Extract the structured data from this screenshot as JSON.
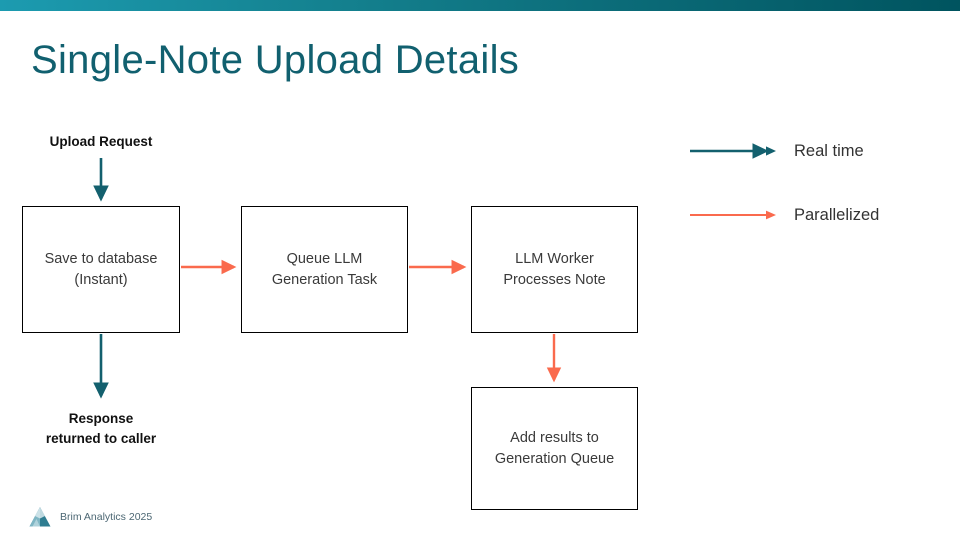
{
  "slide": {
    "title": "Single-Note Upload Details",
    "title_color": "#11606f",
    "background": "#ffffff"
  },
  "top_bar": {
    "gradient_start": "#1c9bb0",
    "gradient_end": "#00545f"
  },
  "annotations": {
    "upload_request": "Upload Request",
    "response_returned": "Response\nreturned to caller"
  },
  "boxes": [
    {
      "id": "save-to-database",
      "label": "Save to database\n(Instant)"
    },
    {
      "id": "queue-llm-task",
      "label": "Queue LLM\nGeneration Task"
    },
    {
      "id": "llm-worker",
      "label": "LLM Worker\nProcesses Note"
    },
    {
      "id": "add-results",
      "label": "Add results to\nGeneration Queue"
    }
  ],
  "legend": {
    "items": [
      {
        "id": "real-time",
        "label": "Real time",
        "color": "#13606e"
      },
      {
        "id": "parallelized",
        "label": "Parallelized",
        "color": "#fa6a4d"
      }
    ]
  },
  "connector_colors": {
    "real_time": "#13606e",
    "parallelized": "#fa6a4d"
  },
  "footer": {
    "text": "Brim Analytics 2025",
    "logo_name": "brim-analytics-mountain-logo"
  }
}
